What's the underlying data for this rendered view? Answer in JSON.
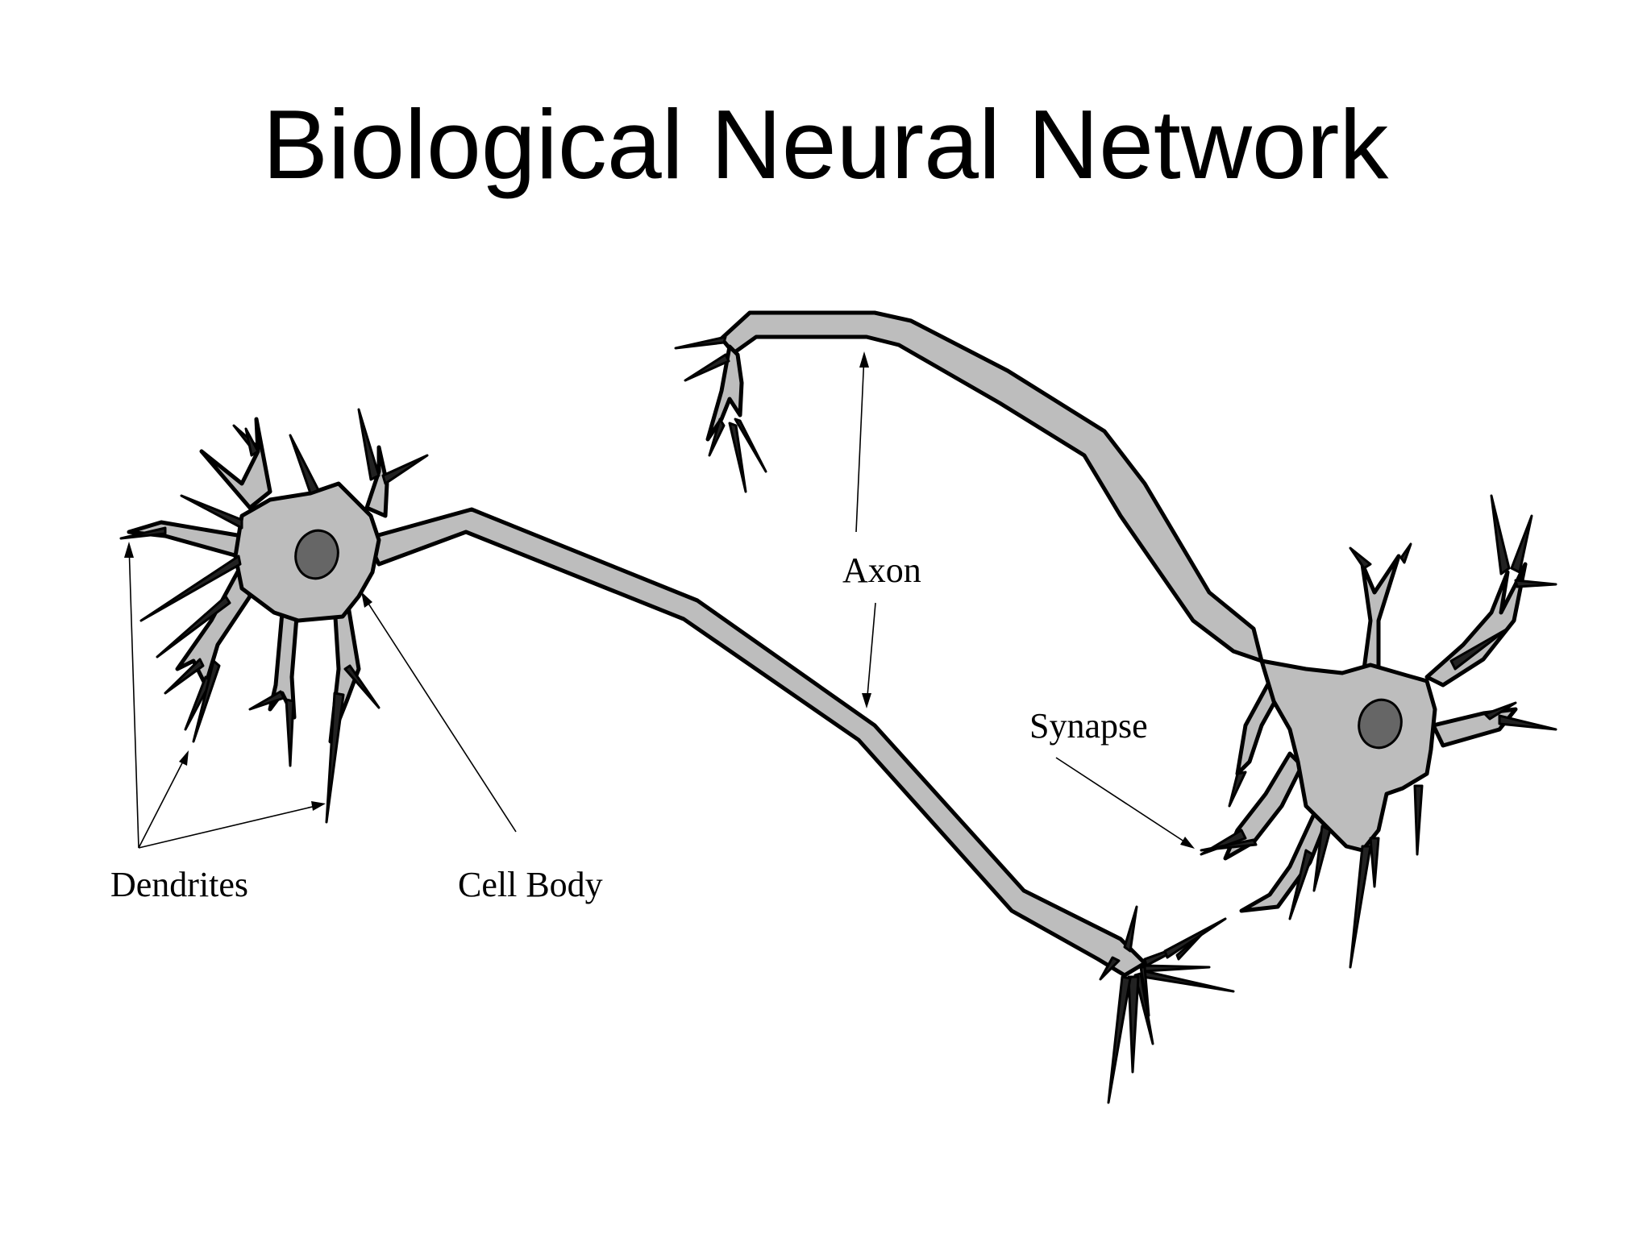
{
  "slide": {
    "title": "Biological Neural Network"
  },
  "diagram": {
    "labels": {
      "dendrites": "Dendrites",
      "cell_body": "Cell Body",
      "axon": "Axon",
      "synapse": "Synapse"
    },
    "colors": {
      "cell_fill": "#bdbdbd",
      "nucleus_fill": "#666666",
      "outline": "#000000",
      "background": "#ffffff"
    }
  }
}
